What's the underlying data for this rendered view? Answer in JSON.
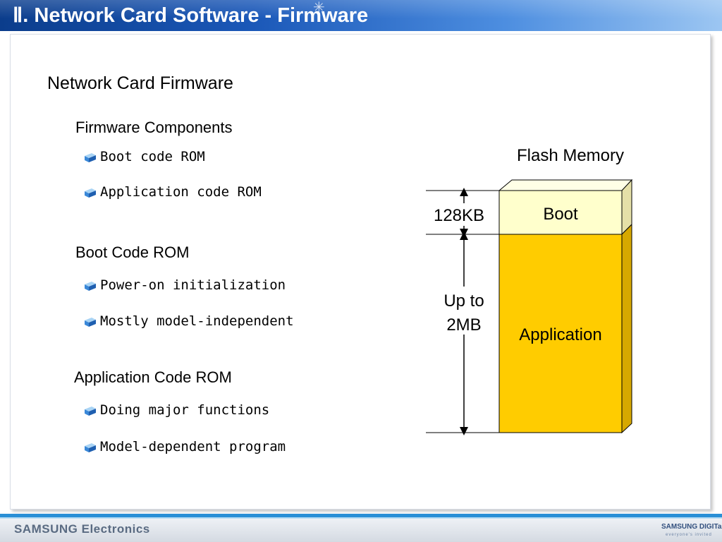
{
  "slide": {
    "title": "Ⅱ. Network Card Software - Firmware",
    "heading": "Network Card Firmware"
  },
  "sections": [
    {
      "title": "Firmware Components",
      "bullets": [
        "Boot code ROM",
        "Application code ROM"
      ]
    },
    {
      "title": "Boot Code ROM",
      "bullets": [
        "Power-on initialization",
        "Mostly model-independent"
      ]
    },
    {
      "title": "Application Code ROM",
      "bullets": [
        "Doing major functions",
        "Model-dependent program"
      ]
    }
  ],
  "diagram": {
    "title": "Flash Memory",
    "blocks": [
      {
        "label": "Boot",
        "size_label": "128KB",
        "color": "#ffffcc"
      },
      {
        "label": "Application",
        "size_label_lines": [
          "Up to",
          "2MB"
        ],
        "color": "#ffcc00"
      }
    ]
  },
  "footer": {
    "left": "SAMSUNG Electronics",
    "right": "SAMSUNG DIGITall",
    "right_sub": "everyone's invited"
  },
  "colors": {
    "title_bar": "#1b58b8",
    "boot_block": "#ffffcc",
    "application_block": "#ffcc00",
    "footer_stripe": "#2a8fd6"
  }
}
